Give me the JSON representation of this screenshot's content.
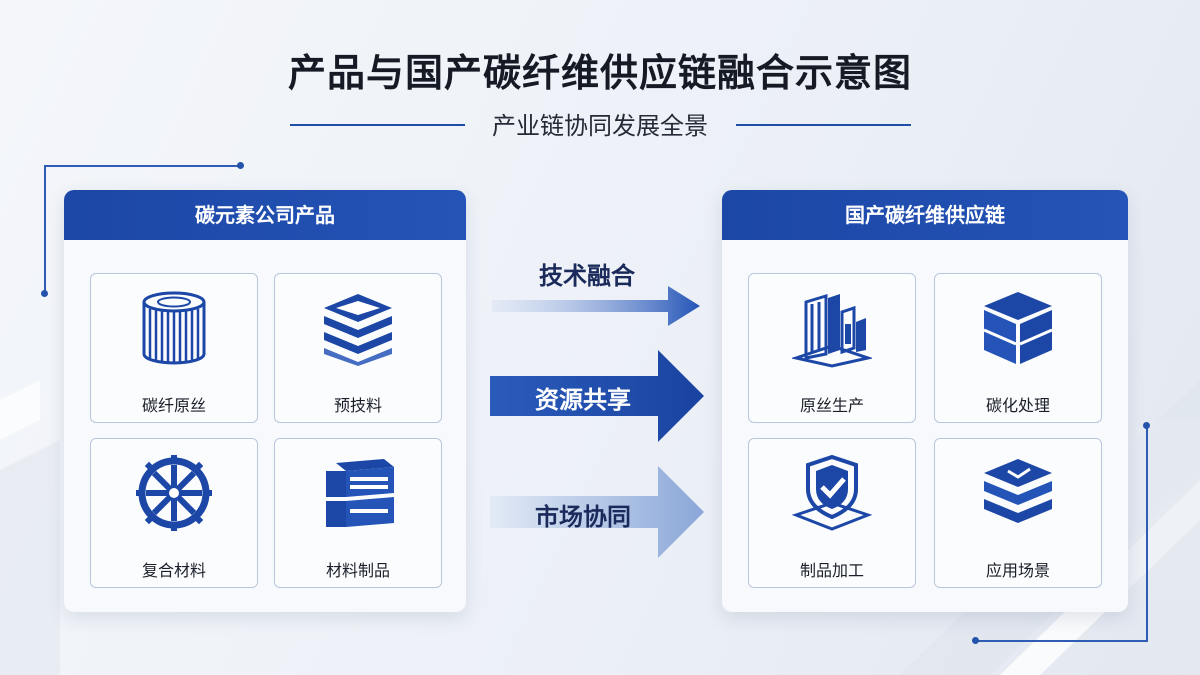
{
  "title": "产品与国产碳纤维供应链融合示意图",
  "subtitle": "产业链协同发展全景",
  "left_panel": {
    "header": "碳元素公司产品",
    "items": [
      {
        "label": "碳纤原丝",
        "icon": "fiber-spool-icon"
      },
      {
        "label": "预技料",
        "icon": "prepreg-stack-icon"
      },
      {
        "label": "复合材料",
        "icon": "gear-wheel-icon"
      },
      {
        "label": "材料制品",
        "icon": "product-box-icon"
      }
    ]
  },
  "arrows": [
    {
      "label": "技术融合"
    },
    {
      "label": "资源共享"
    },
    {
      "label": "市场协同"
    }
  ],
  "right_panel": {
    "header": "国产碳纤维供应链",
    "items": [
      {
        "label": "原丝生产",
        "icon": "factory-building-icon"
      },
      {
        "label": "碳化处理",
        "icon": "cube-layers-icon"
      },
      {
        "label": "制品加工",
        "icon": "shield-check-icon"
      },
      {
        "label": "应用场景",
        "icon": "layered-stack-icon"
      }
    ]
  },
  "colors": {
    "primary": "#1c47a6",
    "dark_text": "#151a24",
    "card_border": "#b9c6dc"
  }
}
